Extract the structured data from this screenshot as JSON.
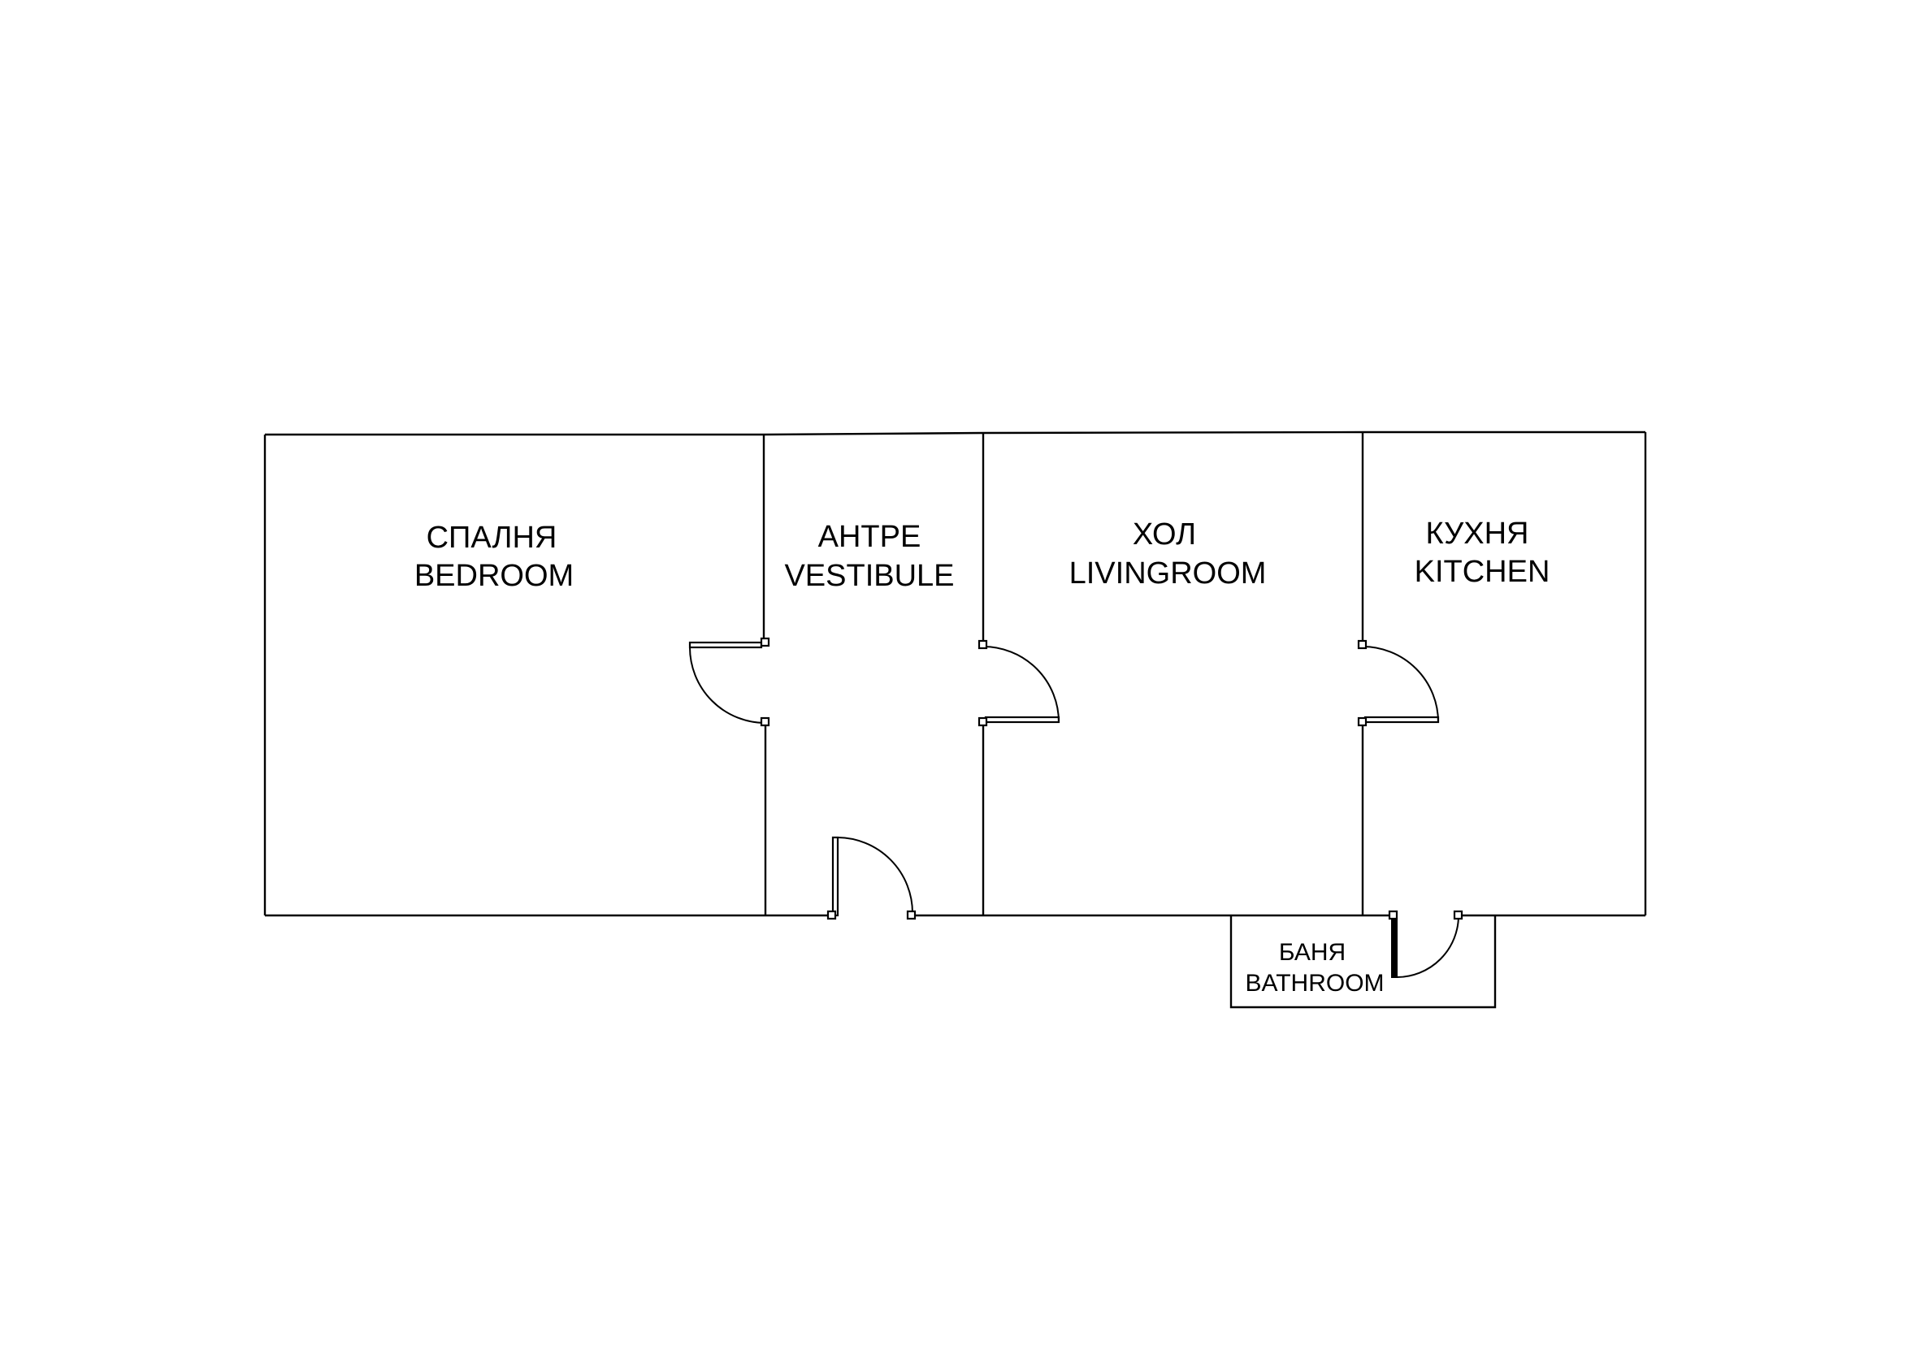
{
  "plan": {
    "rooms": {
      "bedroom": {
        "label_bg": "СПАЛНЯ",
        "label_en": "BEDROOM"
      },
      "vestibule": {
        "label_bg": "АНТРЕ",
        "label_en": "VESTIBULE"
      },
      "livingroom": {
        "label_bg": "ХОЛ",
        "label_en": "LIVINGROOM"
      },
      "kitchen": {
        "label_bg": "КУХНЯ",
        "label_en": "KITCHEN"
      },
      "bathroom": {
        "label_bg": "БАНЯ",
        "label_en": "BATHROOM"
      }
    },
    "colors": {
      "line": "#000000",
      "background": "#ffffff"
    }
  }
}
